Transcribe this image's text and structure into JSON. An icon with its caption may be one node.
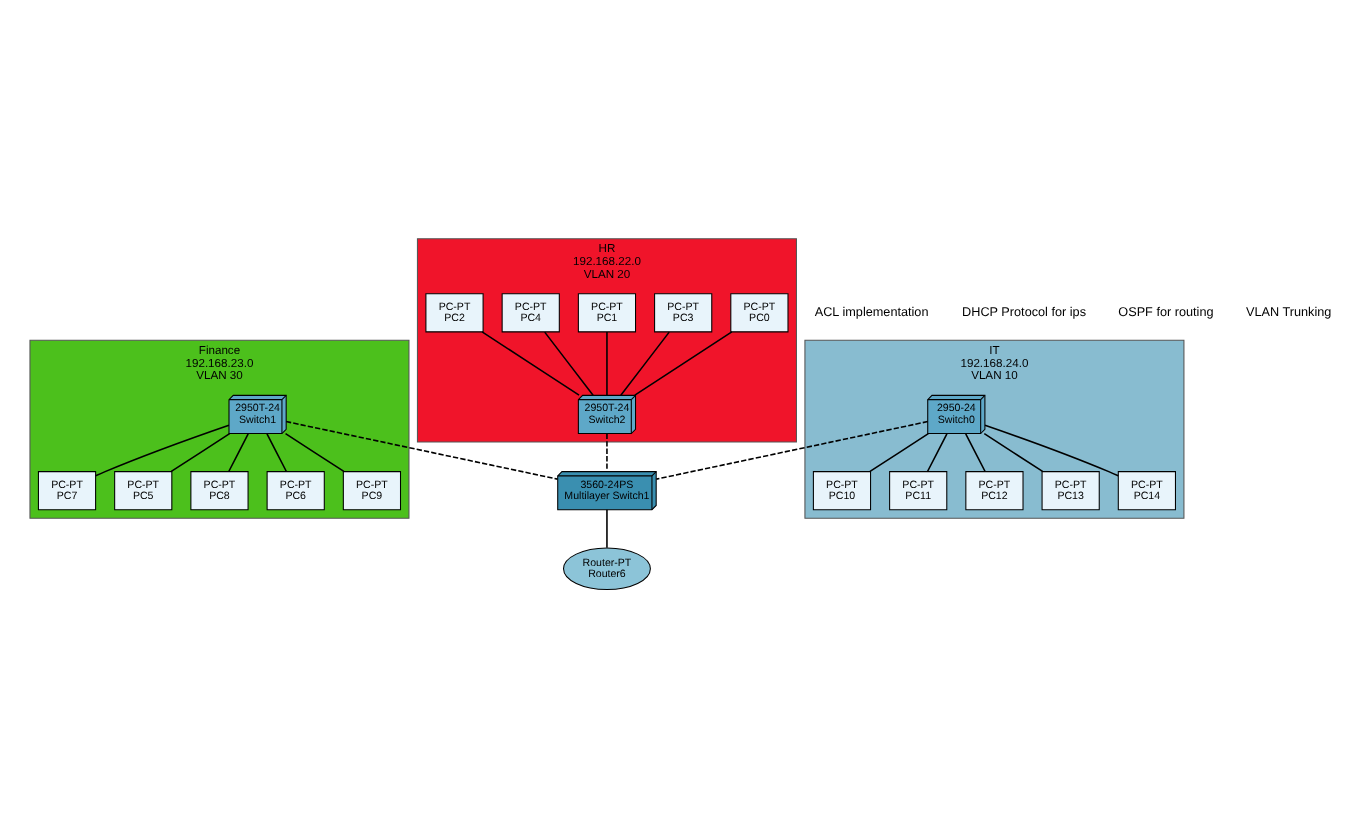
{
  "diagram": {
    "nodes": [
      {
        "text": [
          "HR",
          "192.168.22.0",
          "VLAN 20"
        ]
      },
      {
        "text": [
          "PC-PT",
          "PC0"
        ],
        "in": 0
      },
      {
        "text": [
          "PC-PT",
          "PC3"
        ],
        "in": 0
      },
      {
        "text": [
          "PC-PT",
          "PC1"
        ],
        "in": 0
      },
      {
        "text": [
          "PC-PT",
          "PC4"
        ],
        "in": 0
      },
      {
        "text": [
          "PC-PT",
          "PC2"
        ],
        "in": 0
      },
      {
        "text": [
          "2950T-24",
          "Switch2"
        ],
        "in": 0
      },
      {
        "text": [
          "Router-PT",
          "Router6"
        ]
      },
      {
        "text": [
          "3560-24PS",
          "Multilayer Switch1"
        ]
      },
      {
        "text": [
          "Finance",
          "192.168.23.0",
          "VLAN 30"
        ]
      },
      {
        "text": [
          "2950T-24",
          "Switch1"
        ],
        "in": 9
      },
      {
        "text": [
          "PC-PT",
          "PC7"
        ],
        "in": 9
      },
      {
        "text": [
          "PC-PT",
          "PC5"
        ],
        "in": 9
      },
      {
        "text": [
          "PC-PT",
          "PC8"
        ],
        "in": 9
      },
      {
        "text": [
          "PC-PT",
          "PC6"
        ],
        "in": 9
      },
      {
        "text": [
          "PC-PT",
          "PC9"
        ],
        "in": 9
      },
      {
        "text": [
          "IT",
          "192.168.24.0",
          "VLAN 10"
        ]
      },
      {
        "text": [
          "2950-24",
          "Switch0"
        ],
        "in": 16
      },
      {
        "text": [
          "PC-PT",
          "PC10"
        ],
        "in": 16
      },
      {
        "text": [
          "PC-PT",
          "PC11"
        ],
        "in": 16
      },
      {
        "text": [
          "PC-PT",
          "PC12"
        ],
        "in": 16
      },
      {
        "text": [
          "PC-PT",
          "PC13"
        ],
        "in": 16
      },
      {
        "text": [
          "PC-PT",
          "PC14"
        ],
        "in": 16
      }
    ],
    "edges": [
      {
        "from": 1,
        "to": 6,
        "arrow": "none"
      },
      {
        "from": 2,
        "to": 6,
        "arrow": "none"
      },
      {
        "from": 3,
        "to": 6,
        "arrow": "none"
      },
      {
        "from": 4,
        "to": 6,
        "arrow": "none"
      },
      {
        "from": 5,
        "to": 6,
        "arrow": "none"
      },
      {
        "from": 6,
        "to": 8,
        "arrow": "none",
        "style": "dashed"
      },
      {
        "from": 8,
        "to": 7,
        "arrow": "none"
      },
      {
        "from": 10,
        "to": 8,
        "arrow": "none",
        "style": "dashed"
      },
      {
        "from": 10,
        "to": 11,
        "arrow": "none"
      },
      {
        "from": 10,
        "to": 12,
        "arrow": "none"
      },
      {
        "from": 10,
        "to": 13,
        "arrow": "none"
      },
      {
        "from": 10,
        "to": 14,
        "arrow": "none"
      },
      {
        "from": 10,
        "to": 15,
        "arrow": "none"
      },
      {
        "from": 17,
        "to": 8,
        "arrow": "none",
        "style": "dashed"
      },
      {
        "from": 17,
        "to": 18,
        "arrow": "none"
      },
      {
        "from": 17,
        "to": 19,
        "arrow": "none"
      },
      {
        "from": 17,
        "to": 20,
        "arrow": "none"
      },
      {
        "from": 17,
        "to": 21,
        "arrow": "none"
      },
      {
        "from": 17,
        "to": 22,
        "arrow": "none"
      }
    ],
    "labels": [
      "ACL implementation",
      "DHCP Protocol for ips",
      "OSPF for routing",
      "VLAN Trunking"
    ]
  }
}
